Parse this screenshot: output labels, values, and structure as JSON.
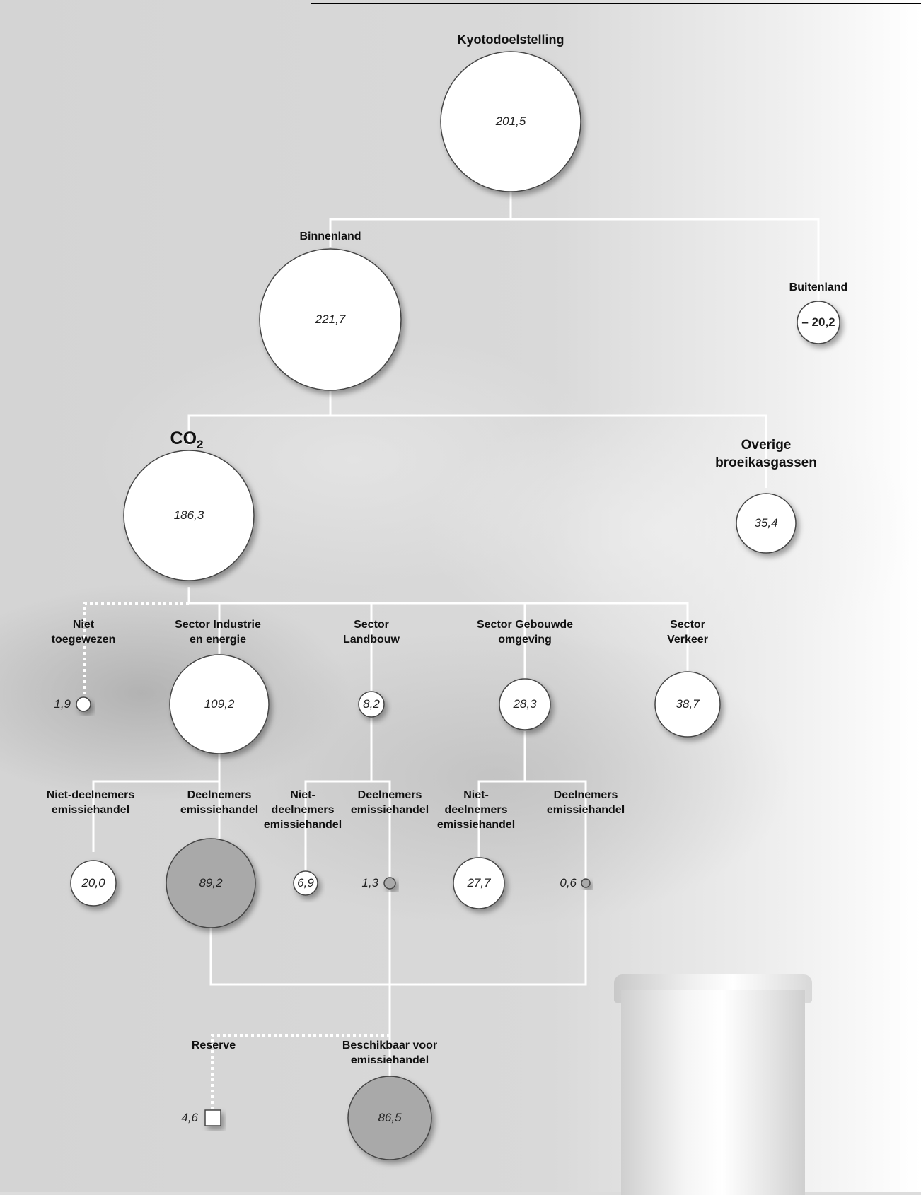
{
  "nodes": {
    "kyoto": {
      "label": "Kyotodoelstelling",
      "value": "201,5"
    },
    "binnenland": {
      "label": "Binnenland",
      "value": "221,7"
    },
    "buitenland": {
      "label": "Buitenland",
      "value": "– 20,2"
    },
    "co2": {
      "label_main": "CO",
      "label_sub": "2",
      "value": "186,3"
    },
    "overige": {
      "label_line1": "Overige",
      "label_line2": "broeikasgassen",
      "value": "35,4"
    },
    "niet_toegewezen": {
      "label_line1": "Niet",
      "label_line2": "toegewezen",
      "value": "1,9"
    },
    "industrie": {
      "label_line1": "Sector Industrie",
      "label_line2": "en energie",
      "value": "109,2"
    },
    "landbouw": {
      "label_line1": "Sector",
      "label_line2": "Landbouw",
      "value": "8,2"
    },
    "gebouwde": {
      "label_line1": "Sector Gebouwde",
      "label_line2": "omgeving",
      "value": "28,3"
    },
    "verkeer": {
      "label_line1": "Sector",
      "label_line2": "Verkeer",
      "value": "38,7"
    },
    "ind_niet": {
      "label_line1": "Niet-deelnemers",
      "label_line2": "emissiehandel",
      "value": "20,0"
    },
    "ind_deel": {
      "label_line1": "Deelnemers",
      "label_line2": "emissiehandel",
      "value": "89,2"
    },
    "land_niet": {
      "label_line1": "Niet-",
      "label_line2": "deelnemers",
      "label_line3": "emissiehandel",
      "value": "6,9"
    },
    "land_deel": {
      "label_line1": "Deelnemers",
      "label_line2": "emissiehandel",
      "value": "1,3"
    },
    "geb_niet": {
      "label_line1": "Niet-",
      "label_line2": "deelnemers",
      "label_line3": "emissiehandel",
      "value": "27,7"
    },
    "geb_deel": {
      "label_line1": "Deelnemers",
      "label_line2": "emissiehandel",
      "value": "0,6"
    },
    "reserve": {
      "label": "Reserve",
      "value": "4,6"
    },
    "beschikbaar": {
      "label_line1": "Beschikbaar voor",
      "label_line2": "emissiehandel",
      "value": "86,5"
    }
  },
  "colors": {
    "participant_fill": "#a9a9a9",
    "default_fill": "#ffffff",
    "connector": "#ffffff"
  }
}
